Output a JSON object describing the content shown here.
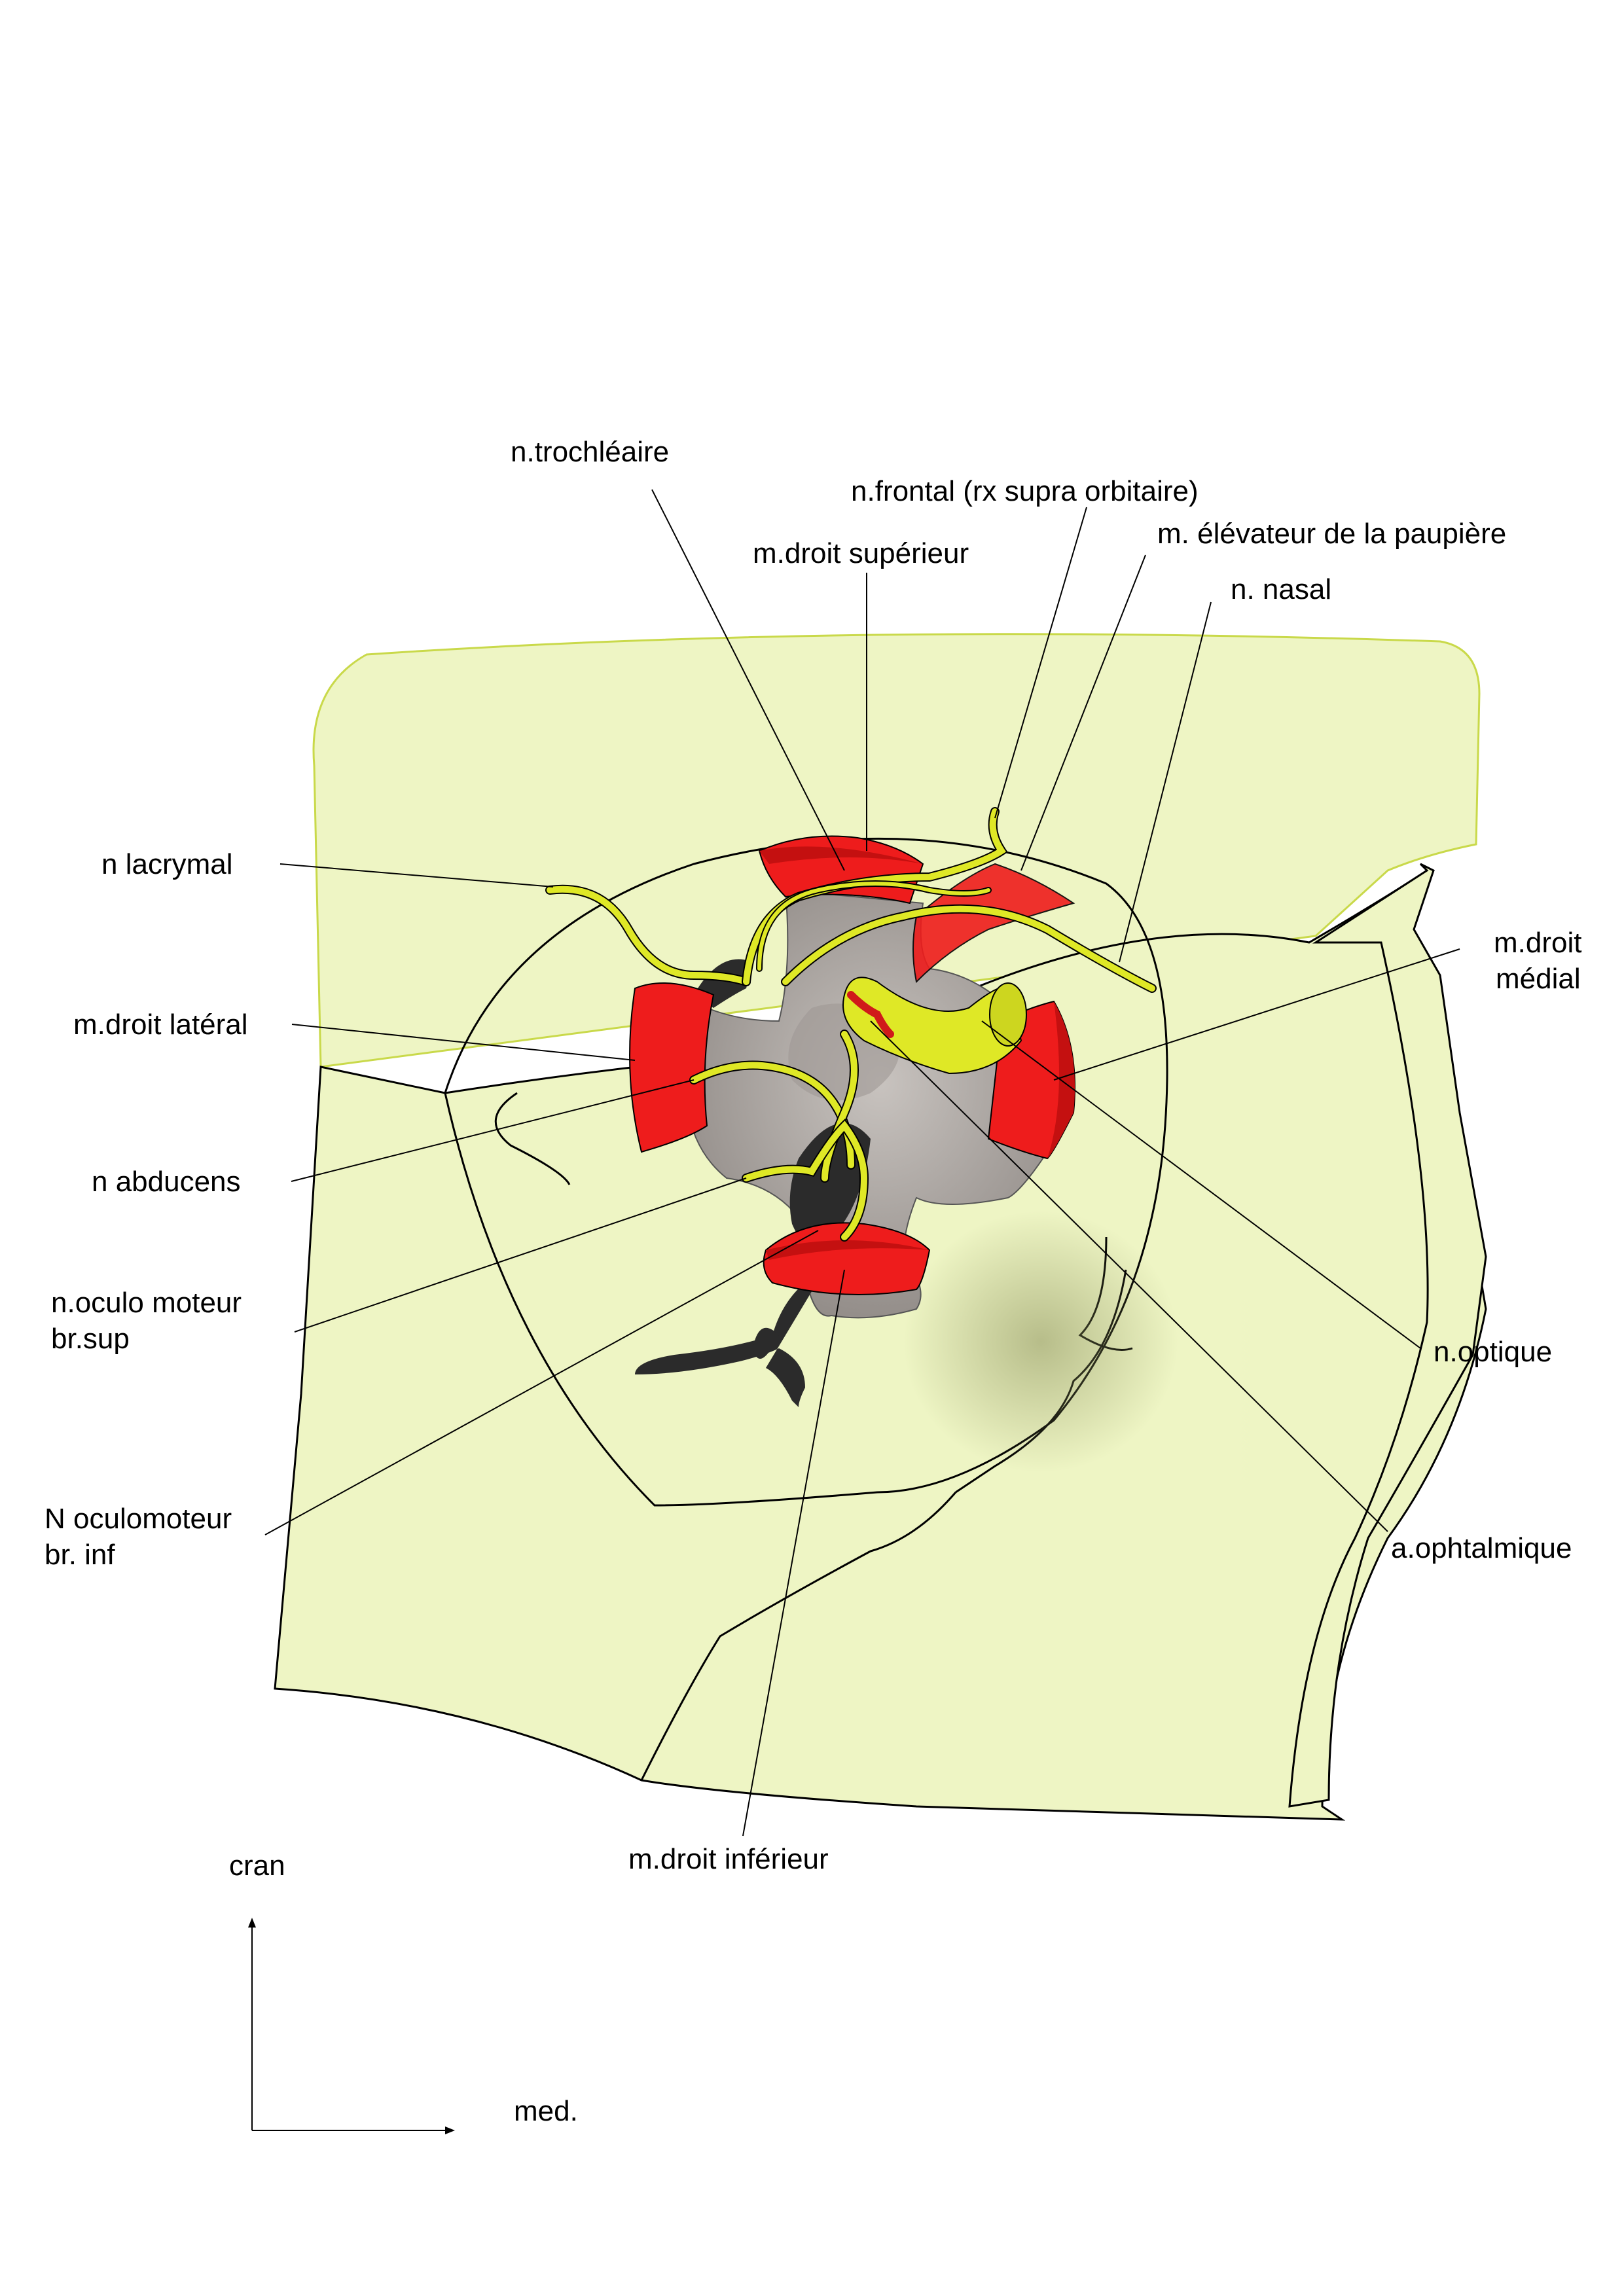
{
  "labels": {
    "trochlear": "n.trochléaire",
    "frontal": "n.frontal (rx supra orbitaire)",
    "superior_rectus": "m.droit supérieur",
    "levator": "m. élévateur de la paupière",
    "nasal": "n. nasal",
    "lacrimal": "n lacrymal",
    "medial_rectus_1": "m.droit",
    "medial_rectus_2": "médial",
    "lateral_rectus": "m.droit latéral",
    "abducens": "n abducens",
    "oculomotor_sup_1": "n.oculo moteur",
    "oculomotor_sup_2": "br.sup",
    "optic": "n.optique",
    "oculomotor_inf_1": "N oculomoteur",
    "oculomotor_inf_2": "br. inf",
    "ophthalmic_artery": "a.ophtalmique",
    "inferior_rectus": "m.droit inférieur"
  },
  "orientation": {
    "up": "cran",
    "right": "med."
  },
  "colors": {
    "bone": "#eef5c4",
    "bone_outline": "#c9d94a",
    "muscle": "#ee1c1c",
    "muscle_dark": "#c41010",
    "tendon_ring": "#a7a19e",
    "nerve": "#dfe826",
    "vein": "#2b2b2b",
    "artery": "#d01a1a"
  }
}
